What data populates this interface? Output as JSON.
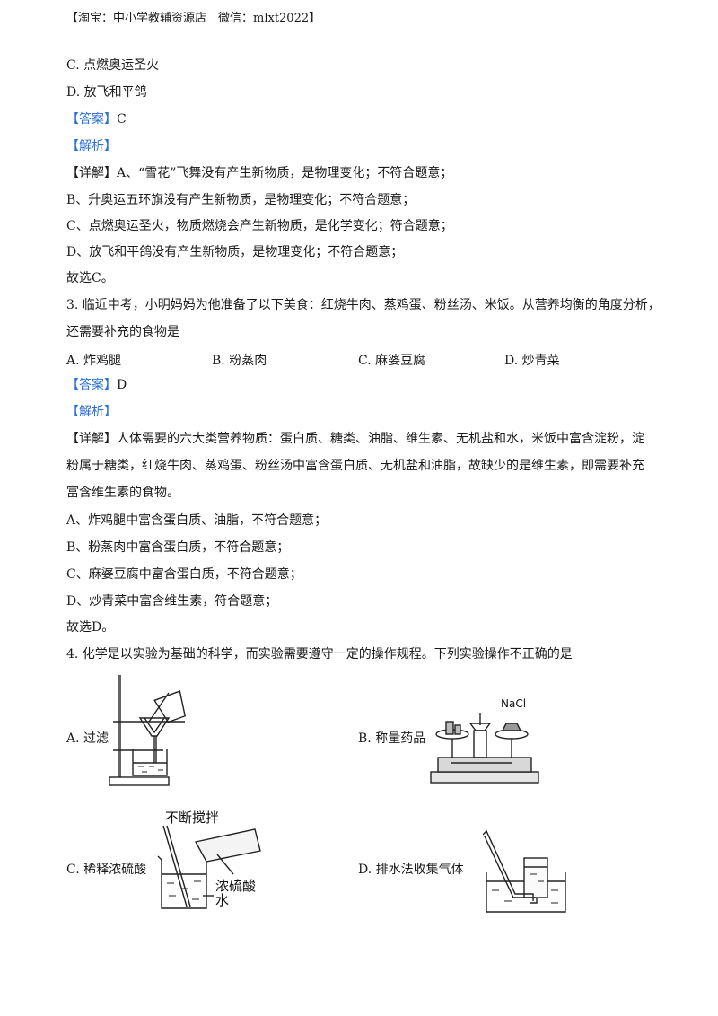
{
  "header": "【淘宝：中小学教辅资源店　微信：mlxt2022】",
  "q2_tail": {
    "option_c": "C. 点燃奥运圣火",
    "option_d": "D. 放飞和平鸽",
    "answer_tag": "【答案】",
    "answer": "C",
    "analysis_tag": "【解析】",
    "detail": "【详解】A、“雪花”飞舞没有产生新物质，是物理变化；不符合题意；",
    "b": "B、升奥运五环旗没有产生新物质，是物理变化；不符合题意；",
    "c": "C、点燃奥运圣火，物质燃烧会产生新物质，是化学变化；符合题意；",
    "d": "D、放飞和平鸽没有产生新物质，是物理变化；不符合题意；",
    "choice": "故选C。"
  },
  "q3": {
    "stem_1": "3. 临近中考，小明妈妈为他准备了以下美食：红烧牛肉、蒸鸡蛋、粉丝汤、米饭。从营养均衡的角度分析，",
    "stem_2": "还需要补充的食物是",
    "options": [
      "A. 炸鸡腿",
      "B. 粉蒸肉",
      "C. 麻婆豆腐",
      "D. 炒青菜"
    ],
    "answer_tag": "【答案】",
    "answer": "D",
    "analysis_tag": "【解析】",
    "detail_1": "【详解】人体需要的六大类营养物质：蛋白质、糖类、油脂、维生素、无机盐和水，米饭中富含淀粉，淀",
    "detail_2": "粉属于糖类，红烧牛肉、蒸鸡蛋、粉丝汤中富含蛋白质、无机盐和油脂，故缺少的是维生素，即需要补充",
    "detail_3": "富含维生素的食物。",
    "a": "A、炸鸡腿中富含蛋白质、油脂，不符合题意；",
    "b": "B、粉蒸肉中富含蛋白质，不符合题意；",
    "c": "C、麻婆豆腐中富含蛋白质，不符合题意；",
    "d": "D、炒青菜中富含维生素，符合题意；",
    "choice": "故选D。"
  },
  "q4": {
    "stem": "4. 化学是以实验为基础的科学，而实验需要遵守一定的操作规程。下列实验操作不正确的是",
    "fig_a_label": "A. 过滤",
    "fig_b_label": "B. 称量药品",
    "fig_b_text": "NaCl",
    "fig_c_label": "C. 稀释浓硫酸",
    "fig_c_stir": "不断搅拌",
    "fig_c_acid": "浓硫酸",
    "fig_c_water": "水",
    "fig_d_label": "D. 排水法收集气体"
  }
}
